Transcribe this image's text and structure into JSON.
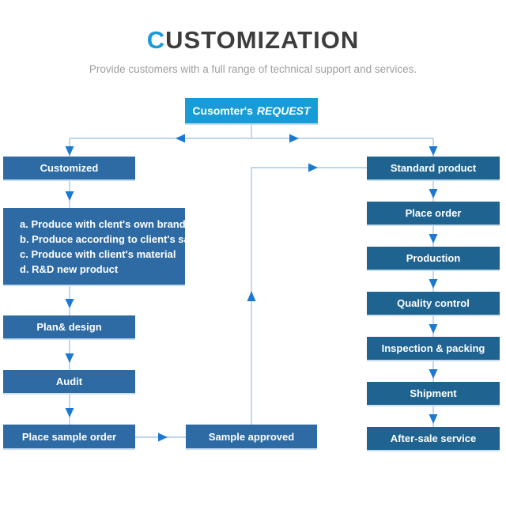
{
  "header": {
    "title_accent": "C",
    "title_rest": "USTOMIZATION",
    "subtitle": "Provide customers with a full range of technical support and services."
  },
  "flowchart": {
    "request_label": "Cusomter's",
    "request_label_italic": "REQUEST",
    "customized": "Customized",
    "options": [
      "a. Produce with clent's own brand",
      "b. Produce according to client's sample",
      "c. Produce with client's material",
      "d. R&D new product"
    ],
    "plan_design": "Plan& design",
    "audit": "Audit",
    "place_sample_order": "Place sample order",
    "sample_approved": "Sample approved",
    "right_steps": [
      "Standard product",
      "Place order",
      "Production",
      "Quality control",
      "Inspection & packing",
      "Shipment",
      "After-sale service"
    ],
    "colors": {
      "accent_blue": "#189cd8",
      "left_box_blue": "#2e6ba4",
      "right_box_blue": "#1f6390",
      "connector_line": "#a9c7e4",
      "arrowhead": "#1c79d2",
      "title_text": "#3d3d3d",
      "subtitle_text": "#9e9e9e"
    }
  }
}
